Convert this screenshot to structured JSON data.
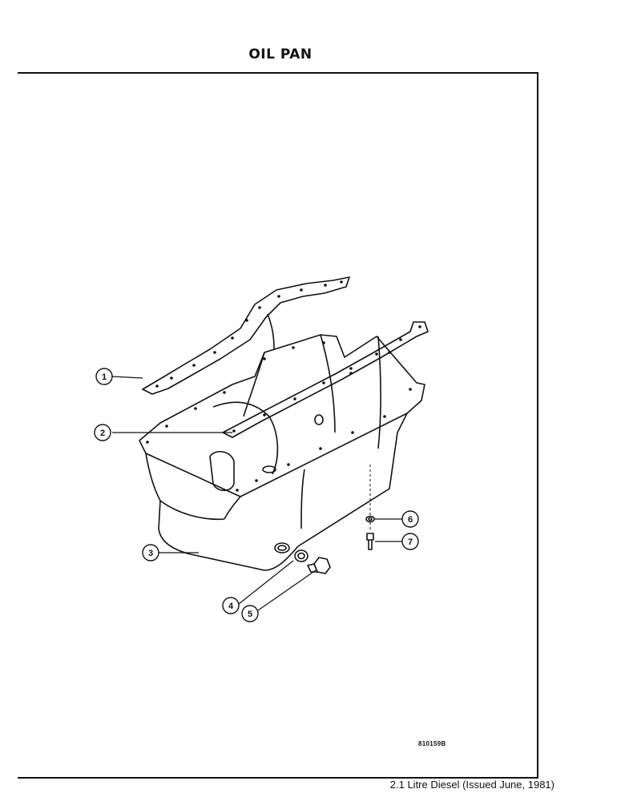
{
  "page": {
    "title": "OIL PAN",
    "figure_code": "810159B",
    "footer": "2.1 Litre Diesel (Issued June, 1981)"
  },
  "callouts": [
    {
      "label": "1"
    },
    {
      "label": "2"
    },
    {
      "label": "3"
    },
    {
      "label": "4"
    },
    {
      "label": "5"
    },
    {
      "label": "6"
    },
    {
      "label": "7"
    }
  ]
}
